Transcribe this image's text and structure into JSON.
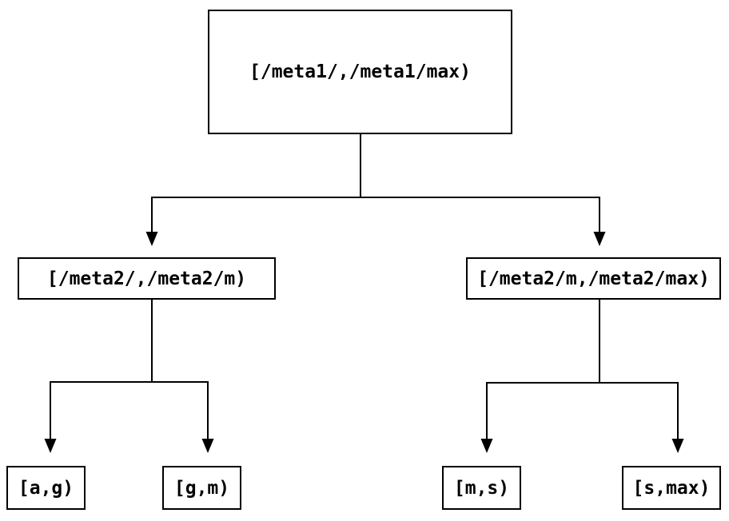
{
  "diagram": {
    "type": "tree",
    "root": {
      "label": "[/meta1/,/meta1/max)"
    },
    "branches": [
      {
        "label": "[/meta2/,/meta2/m)"
      },
      {
        "label": "[/meta2/m,/meta2/max)"
      }
    ],
    "leaves": [
      {
        "label": "[a,g)"
      },
      {
        "label": "[g,m)"
      },
      {
        "label": "[m,s)"
      },
      {
        "label": "[s,max)"
      }
    ],
    "edges": [
      "root->branch0",
      "root->branch1",
      "branch0->leaf0",
      "branch0->leaf1",
      "branch1->leaf2",
      "branch1->leaf3"
    ],
    "colors": {
      "background": "#ffffff",
      "line": "#000000",
      "box_border": "#000000",
      "text": "#000000"
    }
  }
}
